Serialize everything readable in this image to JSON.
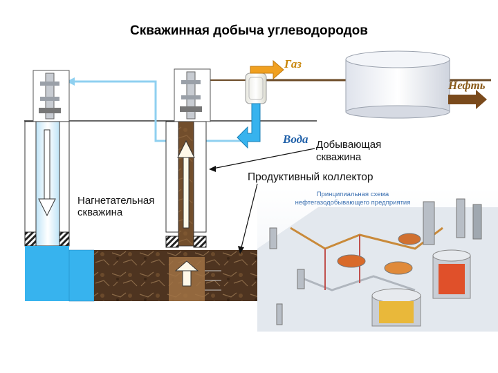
{
  "title": "Скважинная добыча углеводородов",
  "labels": {
    "gas": "Газ",
    "oil": "Нефть",
    "water": "Вода",
    "producing_well_line1": "Добывающая",
    "producing_well_line2": "скважина",
    "collector": "Продуктивный коллектор",
    "injection_well_line1": "Нагнетательная",
    "injection_well_line2": "скважина",
    "plant_title_line1": "Принципиальная схема",
    "plant_title_line2": "нефтегазодобывающего предприятия"
  },
  "colors": {
    "water": "#37b3ee",
    "pipe_light": "#8fd0f0",
    "rock": "#5a3c22",
    "gas_arrow": "#f0a020",
    "oil_arrow": "#7a4a1c",
    "line_dark": "#333333"
  }
}
